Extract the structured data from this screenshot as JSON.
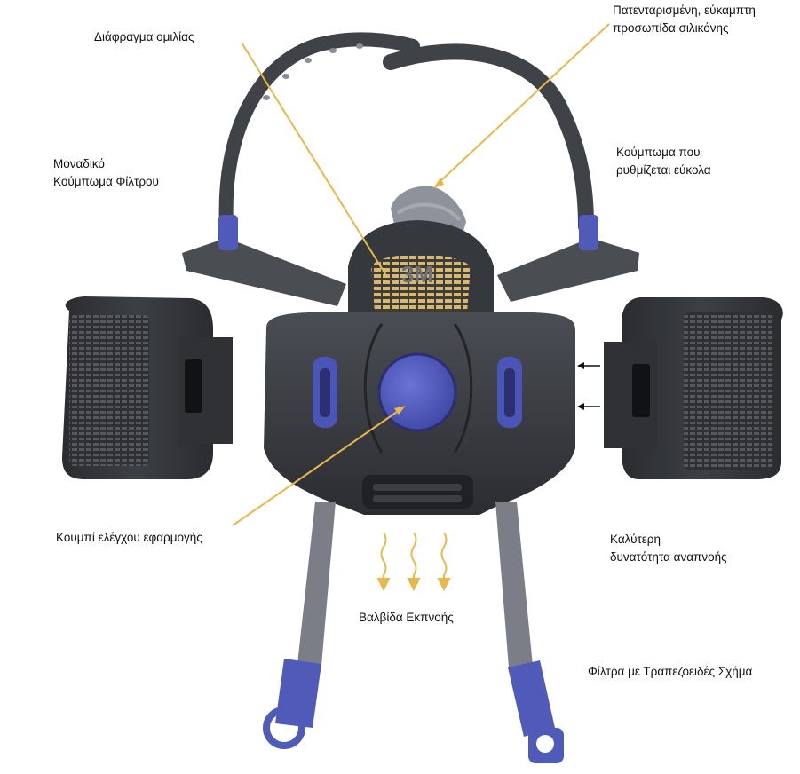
{
  "labels": {
    "speech_diaphragm": "Διάφραγμα ομιλίας",
    "silicone_seal_line1": "Πατενταρισμένη, εύκαμπτη",
    "silicone_seal_line2": "προσωπίδα σιλικόνης",
    "filter_lock_line1": "Μοναδικό",
    "filter_lock_line2": "Κούμπωμα Φίλτρου",
    "strap_buckle_line1": "Κούμπωμα που",
    "strap_buckle_line2": "ρυθμίζεται εύκολα",
    "fit_check_button": "Κουμπί ελέγχου εφαρμογής",
    "breathability_line1": "Καλύτερη",
    "breathability_line2": "δυνατότητα αναπνοής",
    "exhalation_valve": "Βαλβίδα Εκπνοής",
    "trapezoid_filters": "Φίλτρα με Τραπεζοειδές Σχήμα"
  },
  "brand_mark": "3M",
  "colors": {
    "leader_line": "#e8b84a",
    "mask_body": "#3a3d42",
    "mask_dark": "#26282c",
    "silicone_gray": "#8a8f98",
    "strap": "#55585e",
    "lower_strap": "#7d8088",
    "accent_blue": "#4a55b8",
    "exhale_arrow": "#e8b84a",
    "text": "#111111"
  },
  "icons": [
    "filter-cartridge-left",
    "filter-cartridge-right",
    "head-harness",
    "exhalation-arrows",
    "airflow-arrows"
  ]
}
